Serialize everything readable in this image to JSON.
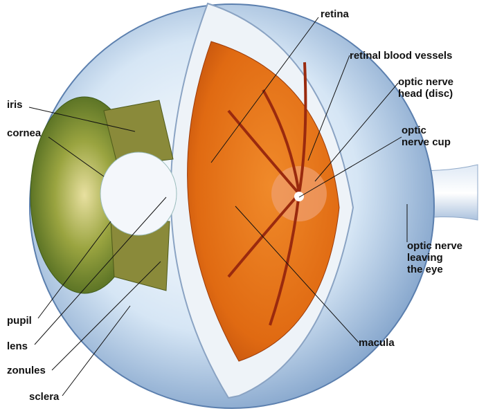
{
  "labels": {
    "retina": "retina",
    "retinal_blood_vessels": "retinal blood vessels",
    "optic_nerve_head": "optic nerve\nhead (disc)",
    "optic_nerve_cup": "optic\nnerve cup",
    "optic_nerve_leaving": "optic nerve\nleaving\nthe eye",
    "iris": "iris",
    "cornea": "cornea",
    "pupil": "pupil",
    "lens": "lens",
    "zonules": "zonules",
    "sclera": "sclera",
    "macula": "macula"
  },
  "colors": {
    "retina": "#e8701a",
    "iris": "#7a8a30",
    "sclera": "#c9ddf0",
    "vessels": "#a8300f"
  }
}
